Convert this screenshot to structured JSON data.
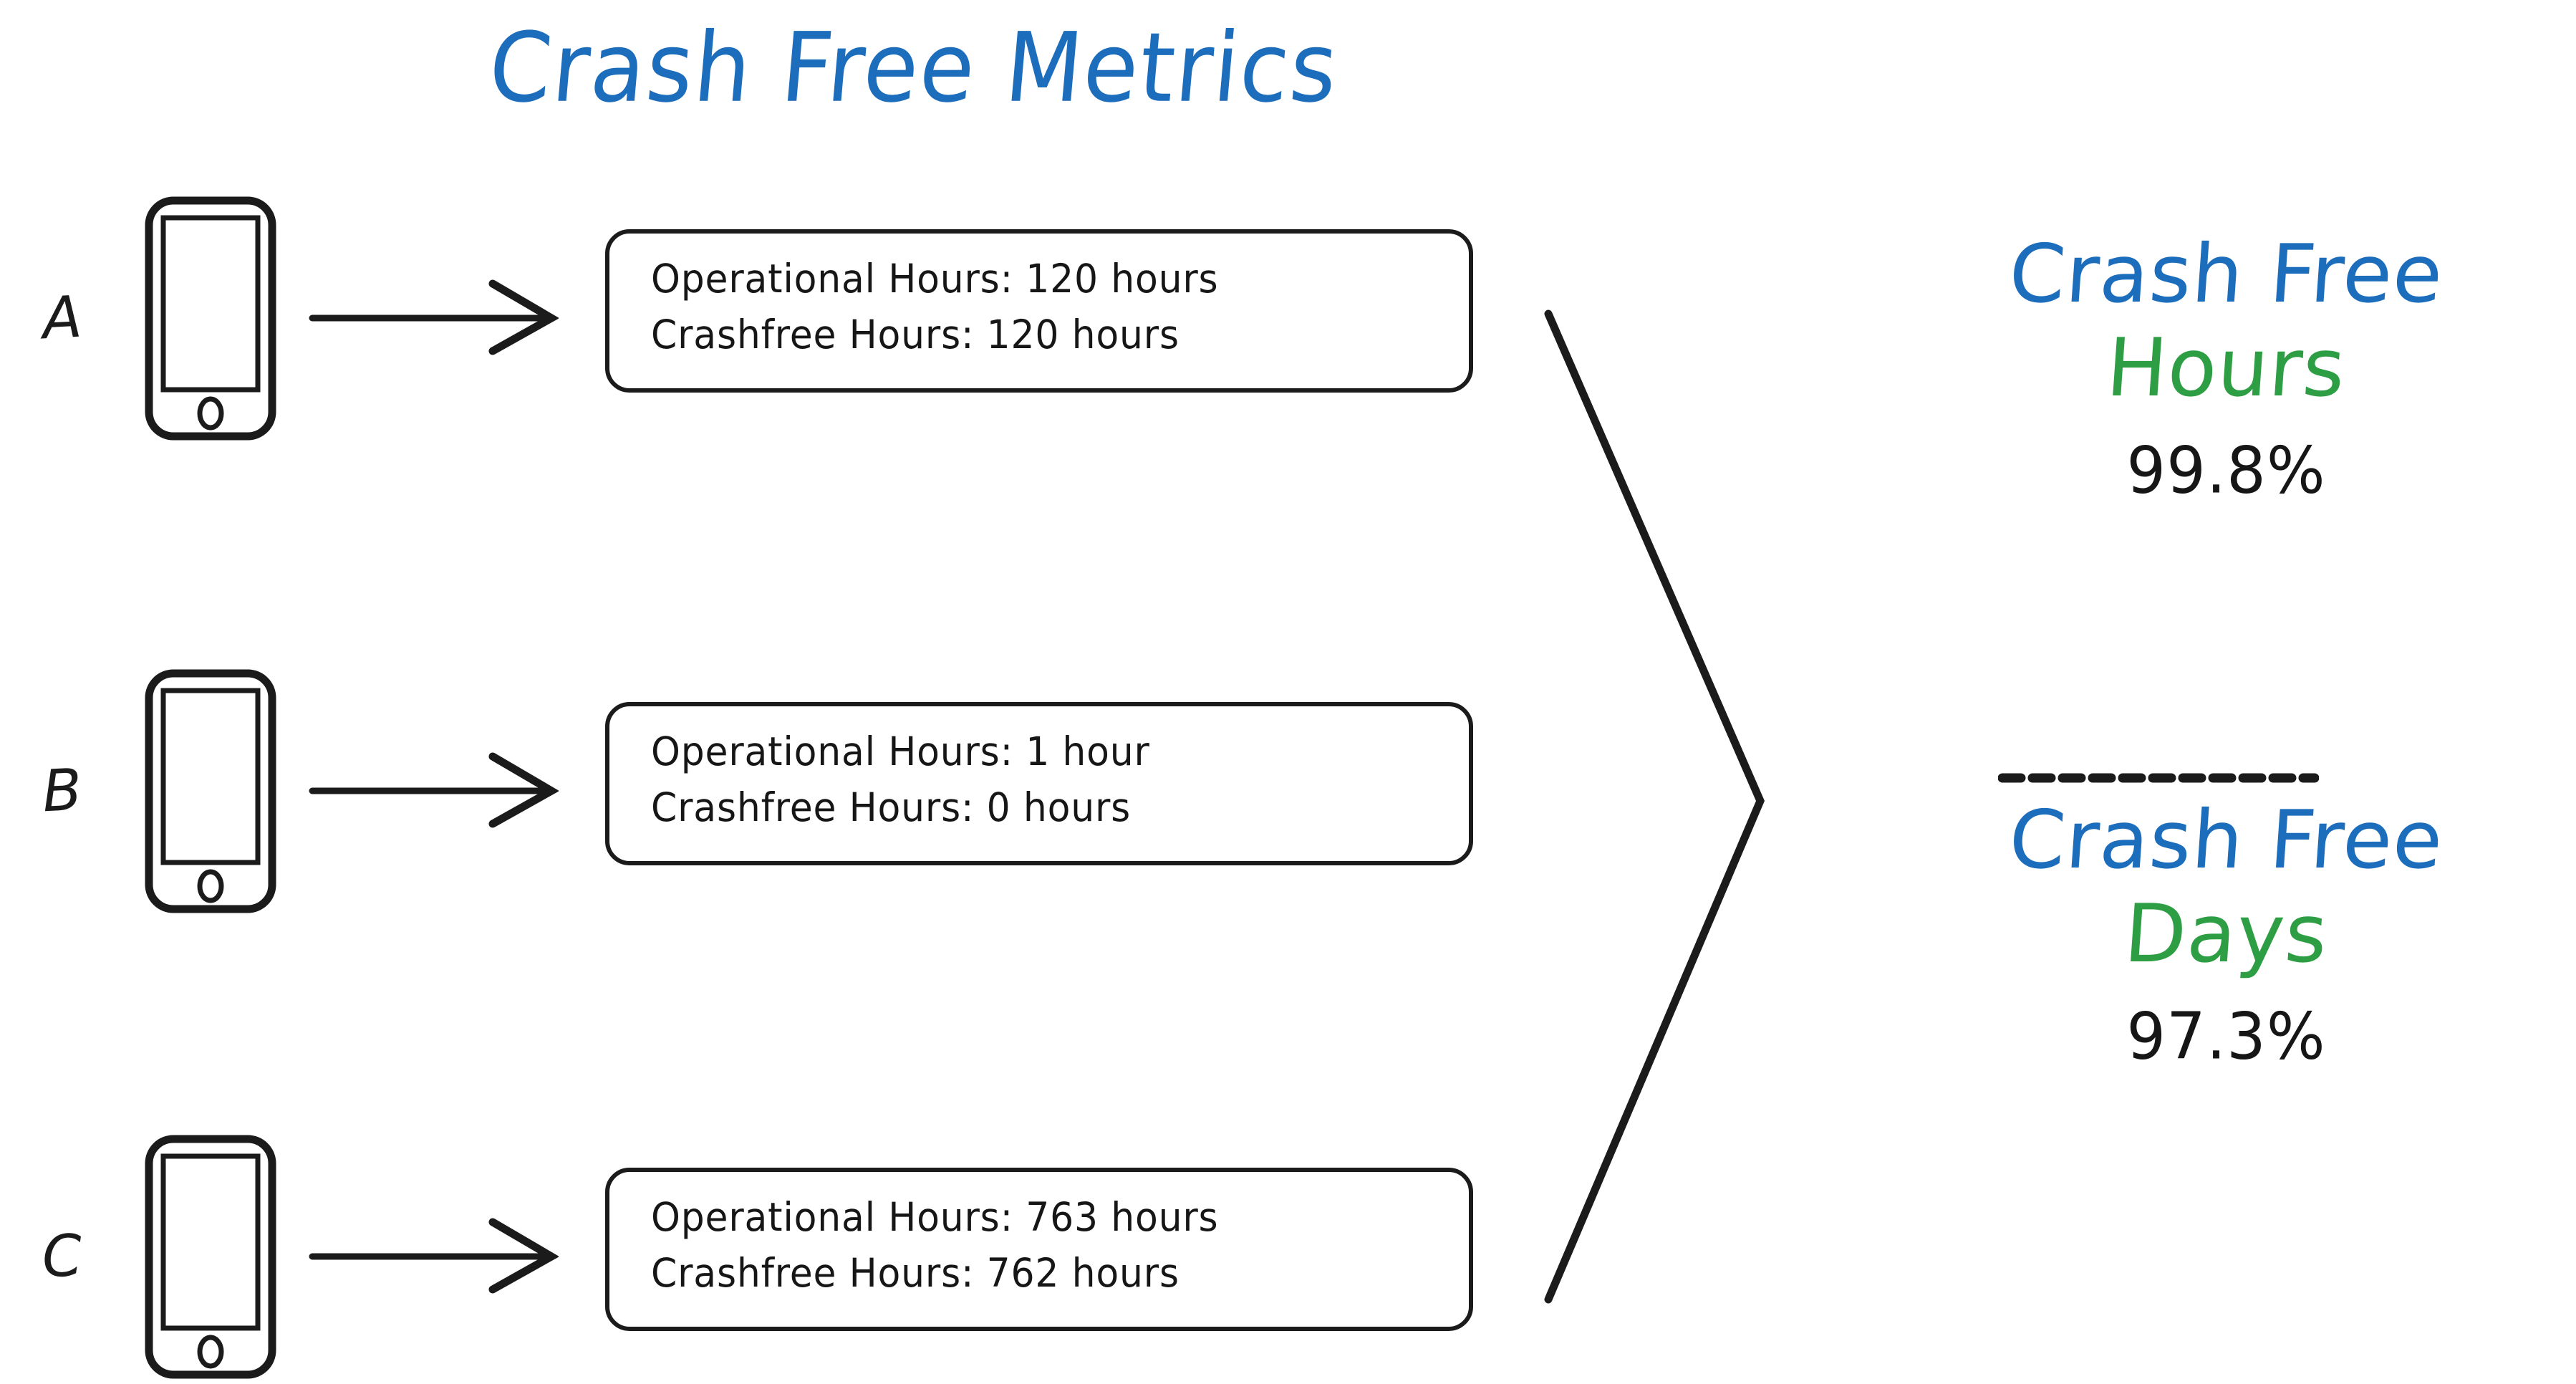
{
  "title": "Crash Free Metrics",
  "colors": {
    "blue": "#1C6DBC",
    "green": "#2E9E45",
    "ink": "#161616",
    "background": "#FFFFFF"
  },
  "rows": [
    {
      "letter": "A",
      "device_icon": "mobile-phone-icon",
      "flow_icon": "arrow-right-icon",
      "operational": "Operational Hours: 120 hours",
      "crashfree": "Crashfree Hours: 120 hours"
    },
    {
      "letter": "B",
      "device_icon": "mobile-phone-icon",
      "flow_icon": "arrow-right-icon",
      "operational": "Operational Hours: 1 hour",
      "crashfree": "Crashfree Hours: 0 hours"
    },
    {
      "letter": "C",
      "device_icon": "mobile-phone-icon",
      "flow_icon": "arrow-right-icon",
      "operational": "Operational Hours: 763 hours",
      "crashfree": "Crashfree Hours: 762 hours"
    }
  ],
  "connector": {
    "icon": "chevron-converge-icon"
  },
  "results": {
    "hours": {
      "title": "Crash Free",
      "unit": "Hours",
      "value": "99.8%"
    },
    "divider": {
      "icon": "dashed-divider-icon",
      "dash_count": 11
    },
    "days": {
      "title": "Crash Free",
      "unit": "Days",
      "value": "97.3%"
    }
  }
}
